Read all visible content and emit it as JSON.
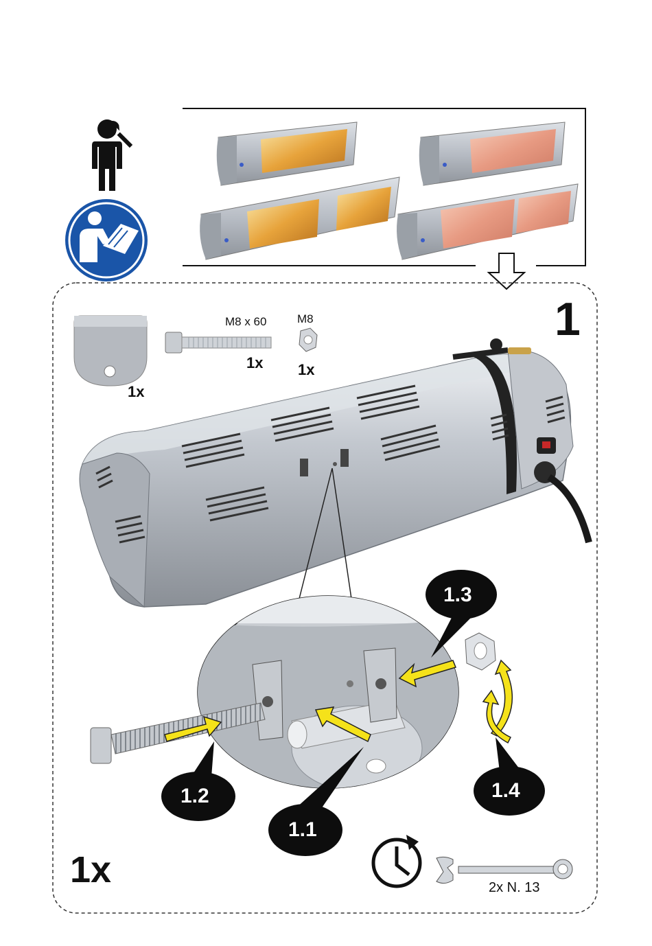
{
  "step": {
    "number": "1"
  },
  "parts": [
    {
      "name": "bracket",
      "quantity": "1x"
    },
    {
      "name": "bolt",
      "spec": "M8 x 60",
      "quantity": "1x"
    },
    {
      "name": "nut",
      "spec": "M8",
      "quantity": "1x"
    }
  ],
  "callouts": [
    "1.1",
    "1.2",
    "1.3",
    "1.4"
  ],
  "unit_quantity": "1x",
  "tool": {
    "label": "2x N. 13",
    "icon": "wrench-icon"
  },
  "icons": [
    "technician-icon",
    "read-manual-icon",
    "down-arrow-icon",
    "clock-icon"
  ],
  "colors": {
    "manual_blue": "#1a55a8",
    "arrow_yellow": "#f5e21a",
    "heater_silver": "#b9bec6"
  }
}
